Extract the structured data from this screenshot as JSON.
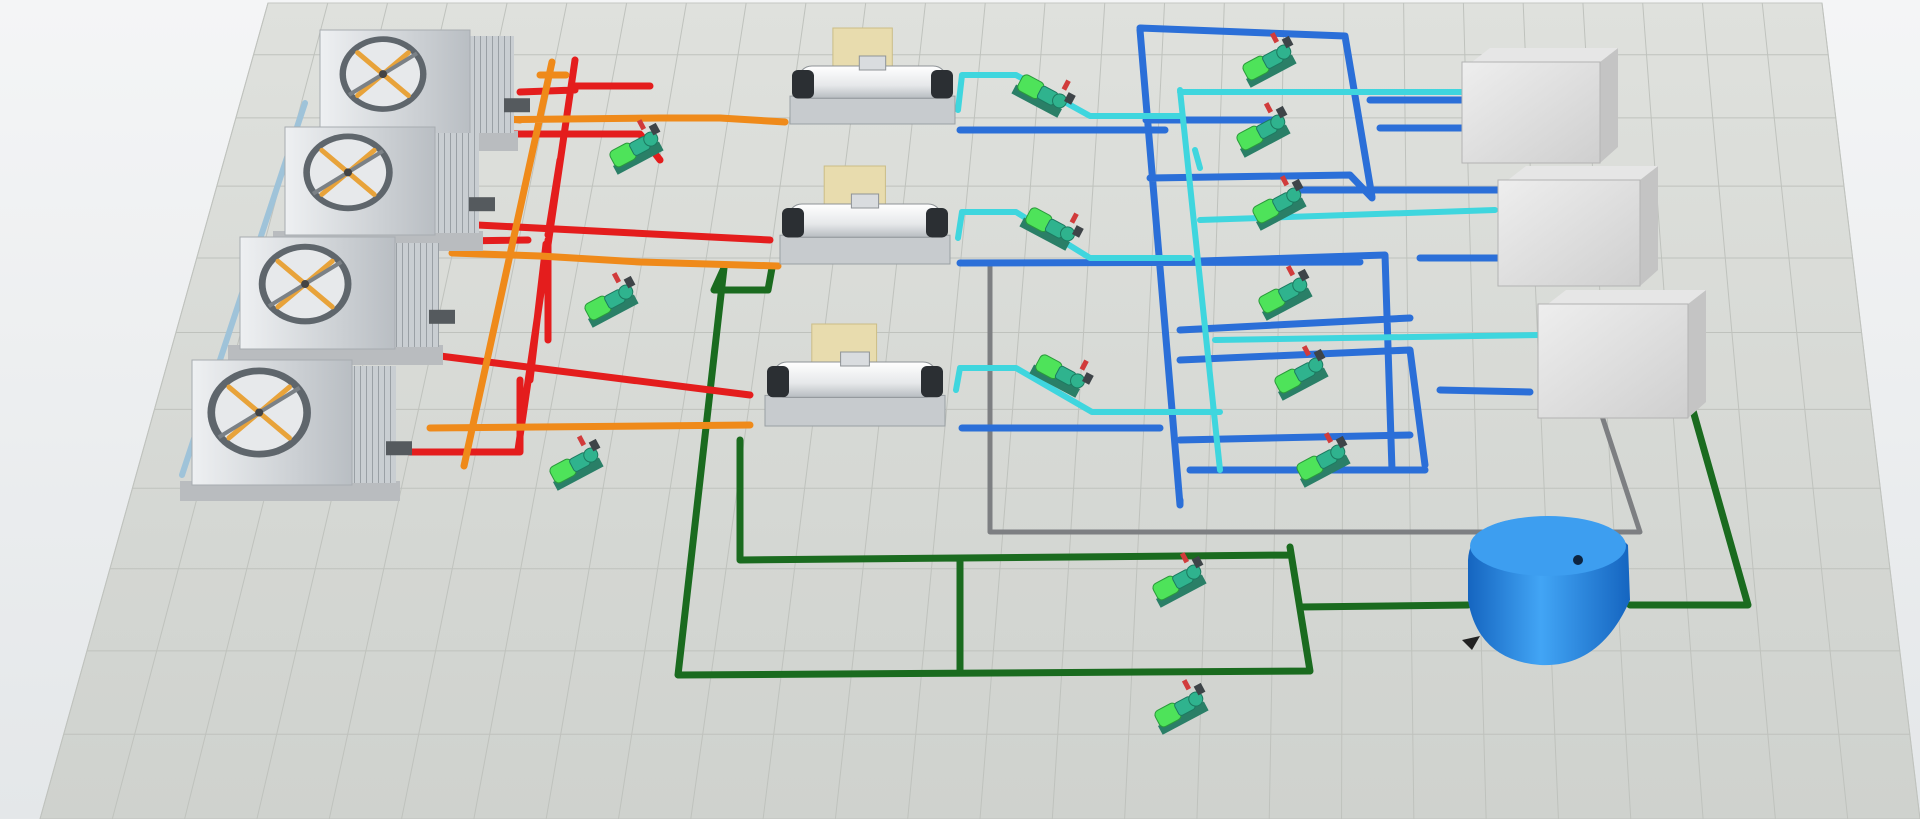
{
  "title": "",
  "colors": {
    "background": "#e9ecee",
    "floor": "#d3d6d2",
    "floor_grid": "#b9bcb7",
    "tower_body": "#d2d5d8",
    "tower_fin": "#9aa0a5",
    "fan_blade": "#e8a33a",
    "chiller_body": "#eceef0",
    "chiller_box": "#e8dcae",
    "pump_body": "#2fb38e",
    "pump_motor": "#4ee35a",
    "ahu_box": "#d9d9d9",
    "tank": "#1e88e5",
    "pipe_cooling_supply": "#e41d1d",
    "pipe_cooling_return": "#ef8a1a",
    "pipe_chilled_supply": "#2b6fd8",
    "pipe_chilled_return": "#3fd6de",
    "pipe_header": "#9fc3d9",
    "pipe_makeup": "#1a6b1f",
    "pipe_drain": "#7d7f82"
  },
  "equipment": {
    "cooling_towers": [
      {
        "id": "cooling-tower-1",
        "icon": "fan-icon"
      },
      {
        "id": "cooling-tower-2",
        "icon": "fan-icon"
      },
      {
        "id": "cooling-tower-3",
        "icon": "fan-icon"
      },
      {
        "id": "cooling-tower-4",
        "icon": "fan-icon"
      }
    ],
    "chillers": [
      {
        "id": "chiller-1"
      },
      {
        "id": "chiller-2"
      },
      {
        "id": "chiller-3"
      }
    ],
    "cooling_water_pumps": [
      {
        "id": "cooling-pump-1",
        "icon": "pump-icon"
      },
      {
        "id": "cooling-pump-2",
        "icon": "pump-icon"
      },
      {
        "id": "cooling-pump-3",
        "icon": "pump-icon"
      }
    ],
    "chilled_water_pumps": [
      {
        "id": "chilled-pump-1",
        "icon": "pump-icon"
      },
      {
        "id": "chilled-pump-2",
        "icon": "pump-icon"
      },
      {
        "id": "chilled-pump-3",
        "icon": "pump-icon"
      }
    ],
    "secondary_pumps": [
      {
        "id": "secondary-pump-1",
        "icon": "pump-icon"
      },
      {
        "id": "secondary-pump-2",
        "icon": "pump-icon"
      },
      {
        "id": "secondary-pump-3",
        "icon": "pump-icon"
      },
      {
        "id": "secondary-pump-4",
        "icon": "pump-icon"
      },
      {
        "id": "secondary-pump-5",
        "icon": "pump-icon"
      },
      {
        "id": "secondary-pump-6",
        "icon": "pump-icon"
      }
    ],
    "makeup_pumps": [
      {
        "id": "makeup-pump-1",
        "icon": "pump-icon"
      },
      {
        "id": "makeup-pump-2",
        "icon": "pump-icon"
      }
    ],
    "air_handlers": [
      {
        "id": "air-handler-1"
      },
      {
        "id": "air-handler-2"
      },
      {
        "id": "air-handler-3"
      }
    ],
    "tanks": [
      {
        "id": "expansion-tank",
        "icon": "tank-icon"
      }
    ]
  }
}
